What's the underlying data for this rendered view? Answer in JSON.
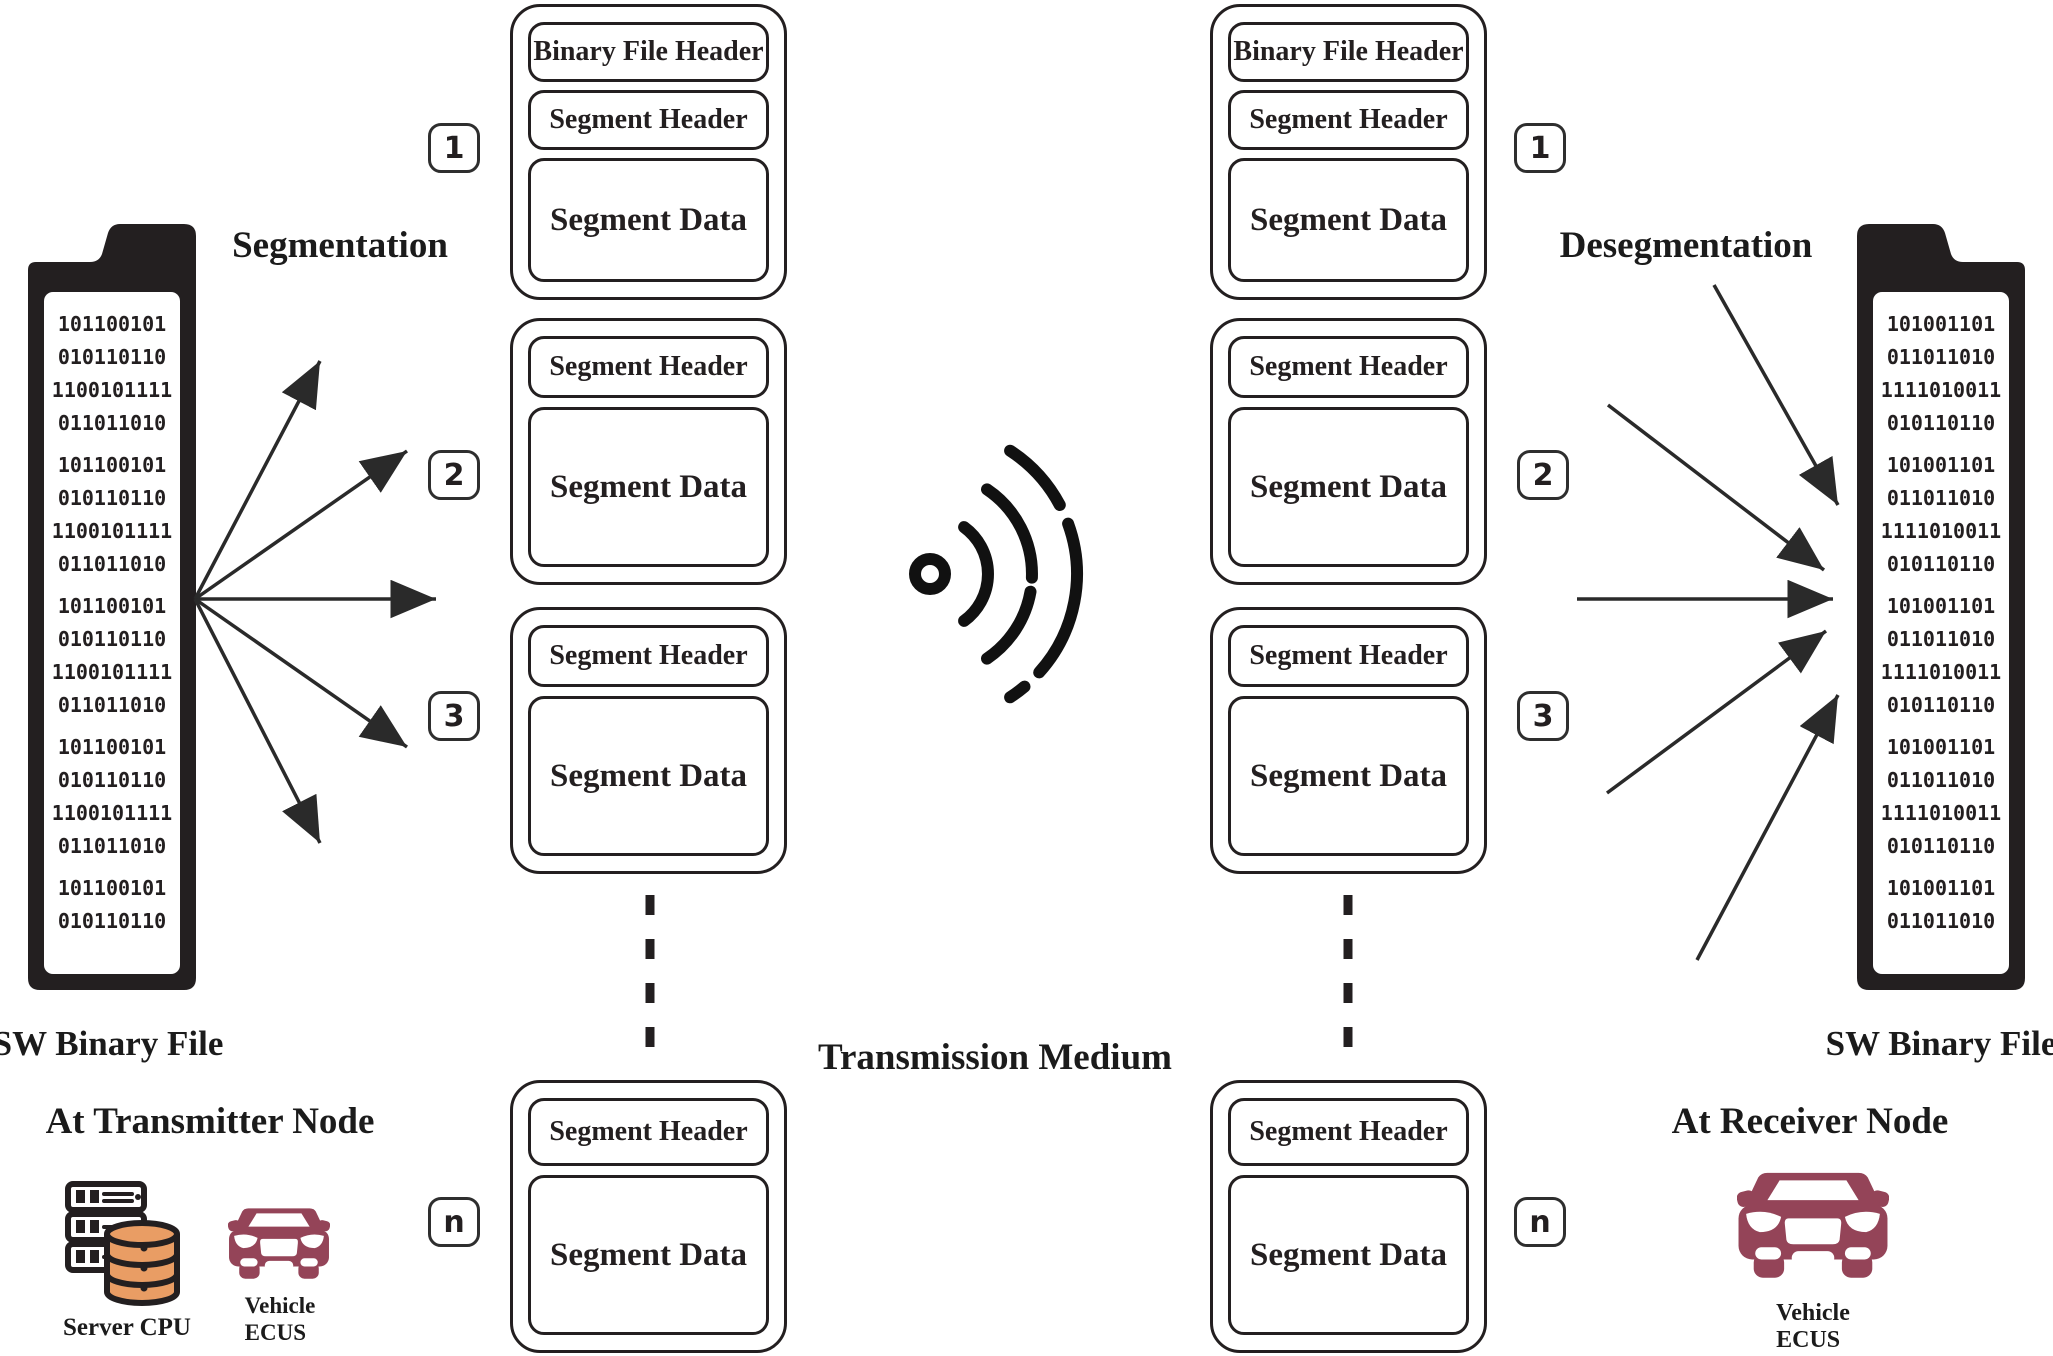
{
  "labels": {
    "segmentation": "Segmentation",
    "desegmentation": "Desegmentation",
    "transmission_medium": "Transmission Medium",
    "sw_binary_file_transmitter": "SW Binary File",
    "sw_binary_file_receiver": "SW Binary File",
    "at_transmitter_node": "At Transmitter Node",
    "at_receiver_node": "At Receiver Node",
    "server_cpu": "Server CPU",
    "vehicle_ecus_transmitter": {
      "line1": "Vehicle",
      "line2": "ECUS"
    },
    "vehicle_ecus_receiver": {
      "line1": "Vehicle",
      "line2": "ECUS"
    }
  },
  "binary_files": {
    "transmitter_rows": [
      "101100101",
      "010110110",
      "1100101111",
      "011011010",
      "101100101",
      "010110110",
      "1100101111",
      "011011010",
      "101100101",
      "010110110",
      "1100101111",
      "011011010",
      "101100101",
      "010110110",
      "1100101111",
      "011011010",
      "101100101",
      "010110110"
    ],
    "receiver_rows": [
      "101001101",
      "011011010",
      "1111010011",
      "010110110",
      "101001101",
      "011011010",
      "1111010011",
      "010110110",
      "101001101",
      "011011010",
      "1111010011",
      "010110110",
      "101001101",
      "011011010",
      "1111010011",
      "010110110",
      "101001101",
      "011011010"
    ]
  },
  "segments": {
    "transmitter": [
      {
        "badge": "1",
        "boxes": [
          "Binary File Header",
          "Segment Header",
          "Segment Data"
        ]
      },
      {
        "badge": "2",
        "boxes": [
          "Segment Header",
          "Segment Data"
        ]
      },
      {
        "badge": "3",
        "boxes": [
          "Segment Header",
          "Segment Data"
        ]
      },
      {
        "badge": "n",
        "boxes": [
          "Segment Header",
          "Segment Data"
        ]
      }
    ],
    "receiver": [
      {
        "badge": "1",
        "boxes": [
          "Binary File Header",
          "Segment Header",
          "Segment Data"
        ]
      },
      {
        "badge": "2",
        "boxes": [
          "Segment Header",
          "Segment Data"
        ]
      },
      {
        "badge": "3",
        "boxes": [
          "Segment Header",
          "Segment Data"
        ]
      },
      {
        "badge": "n",
        "boxes": [
          "Segment Header",
          "Segment Data"
        ]
      }
    ]
  },
  "icons": {
    "wifi": "wifi-signal-icon",
    "server": "server-rack-icon",
    "database": "database-icon",
    "car": "car-front-icon",
    "file": "binary-file-icon"
  },
  "colors": {
    "ink": "#231f20",
    "car": "#944458",
    "database": "#e99d64",
    "background": "#ffffff"
  }
}
